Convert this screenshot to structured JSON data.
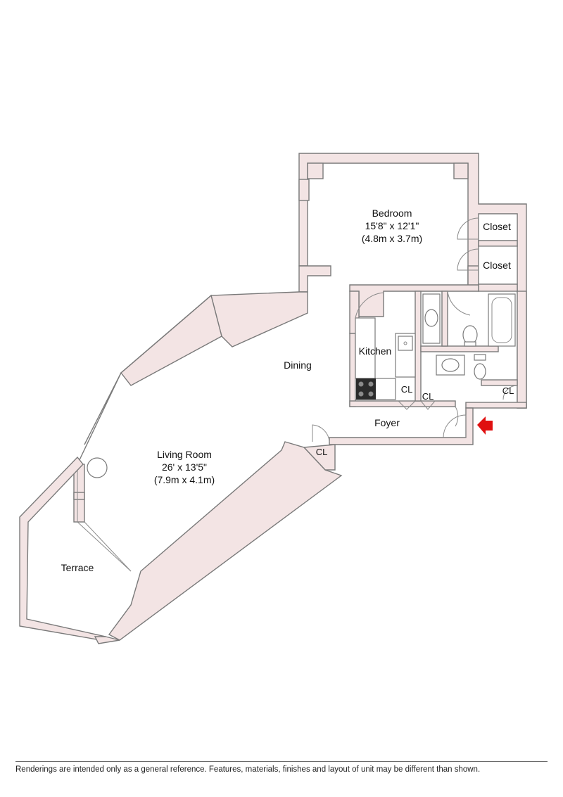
{
  "rooms": {
    "bedroom": {
      "name": "Bedroom",
      "dims_imperial": "15'8\" x 12'1\"",
      "dims_metric": "(4.8m x 3.7m)"
    },
    "closet_1": "Closet",
    "closet_2": "Closet",
    "kitchen": "Kitchen",
    "dining": "Dining",
    "foyer": "Foyer",
    "living_room": {
      "name": "Living Room",
      "dims_imperial": "26' x 13'5\"",
      "dims_metric": "(7.9m x 4.1m)"
    },
    "terrace": "Terrace",
    "cl_1": "CL",
    "cl_2": "CL",
    "cl_3": "CL",
    "cl_4": "CL"
  },
  "colors": {
    "wall_fill": "#f3e4e4",
    "line": "#7a7a7a",
    "entry_arrow": "#e01010"
  },
  "icons": {
    "entry": "entry-arrow-icon"
  },
  "footer": {
    "disclaimer": "Renderings are intended only as a general reference. Features, materials, finishes and layout of unit may be different than shown."
  }
}
